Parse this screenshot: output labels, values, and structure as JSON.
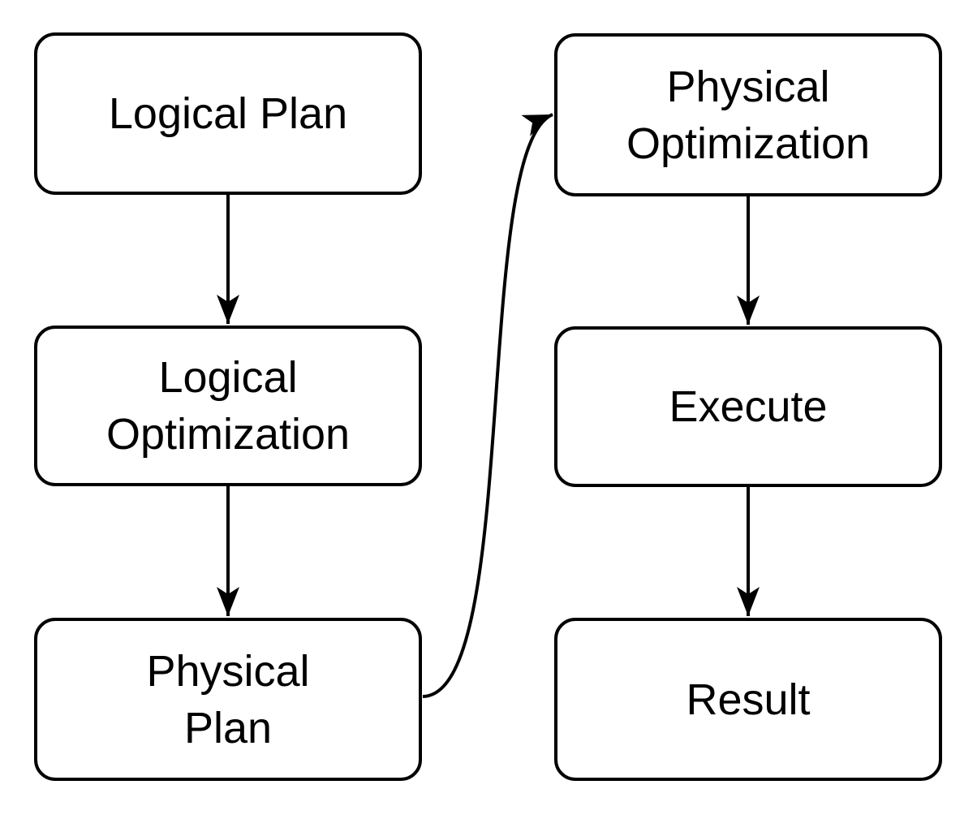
{
  "diagram": {
    "type": "flowchart",
    "colors": {
      "background": "#ffffff",
      "node_fill": "#ffffff",
      "node_stroke": "#000000",
      "edge_stroke": "#000000",
      "text": "#000000"
    },
    "nodes": {
      "logical_plan": {
        "label": "Logical Plan",
        "lines": [
          "Logical Plan"
        ]
      },
      "logical_optimization": {
        "label": "Logical Optimization",
        "lines": [
          "Logical",
          "Optimization"
        ]
      },
      "physical_plan": {
        "label": "Physical Plan",
        "lines": [
          "Physical",
          "Plan"
        ]
      },
      "physical_optimization": {
        "label": "Physical Optimization",
        "lines": [
          "Physical",
          "Optimization"
        ]
      },
      "execute": {
        "label": "Execute",
        "lines": [
          "Execute"
        ]
      },
      "result": {
        "label": "Result",
        "lines": [
          "Result"
        ]
      }
    },
    "edges": [
      {
        "from": "Logical Plan",
        "to": "Logical Optimization",
        "shape": "straight",
        "arrowhead": "filled-barbed"
      },
      {
        "from": "Logical Optimization",
        "to": "Physical Plan",
        "shape": "straight",
        "arrowhead": "filled-barbed"
      },
      {
        "from": "Physical Plan",
        "to": "Physical Optimization",
        "shape": "curved",
        "arrowhead": "filled-barbed"
      },
      {
        "from": "Physical Optimization",
        "to": "Execute",
        "shape": "straight",
        "arrowhead": "filled-barbed"
      },
      {
        "from": "Execute",
        "to": "Result",
        "shape": "straight",
        "arrowhead": "filled-barbed"
      }
    ]
  }
}
